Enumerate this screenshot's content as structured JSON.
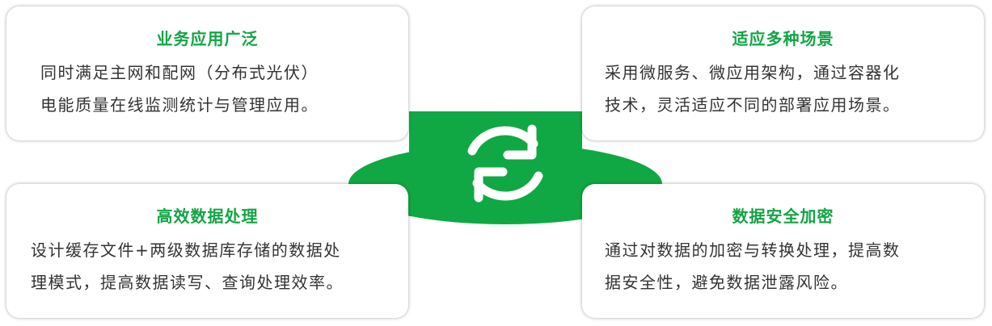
{
  "hub": {
    "icon": "refresh-icon",
    "color": "#10a844"
  },
  "cards": [
    {
      "title": "业务应用广泛",
      "lines": [
        "同时满足主网和配网（分布式光伏）",
        "电能质量在线监测统计与管理应用。"
      ]
    },
    {
      "title": "适应多种场景",
      "lines": [
        "采用微服务、微应用架构，通过容器化",
        "技术，灵活适应不同的部署应用场景。"
      ]
    },
    {
      "title": "高效数据处理",
      "lines": [
        "设计缓存文件+两级数据库存储的数据处",
        "理模式，提高数据读写、查询处理效率。"
      ]
    },
    {
      "title": "数据安全加密",
      "lines": [
        "通过对数据的加密与转换处理，提高数",
        "据安全性，避免数据泄露风险。"
      ]
    }
  ]
}
